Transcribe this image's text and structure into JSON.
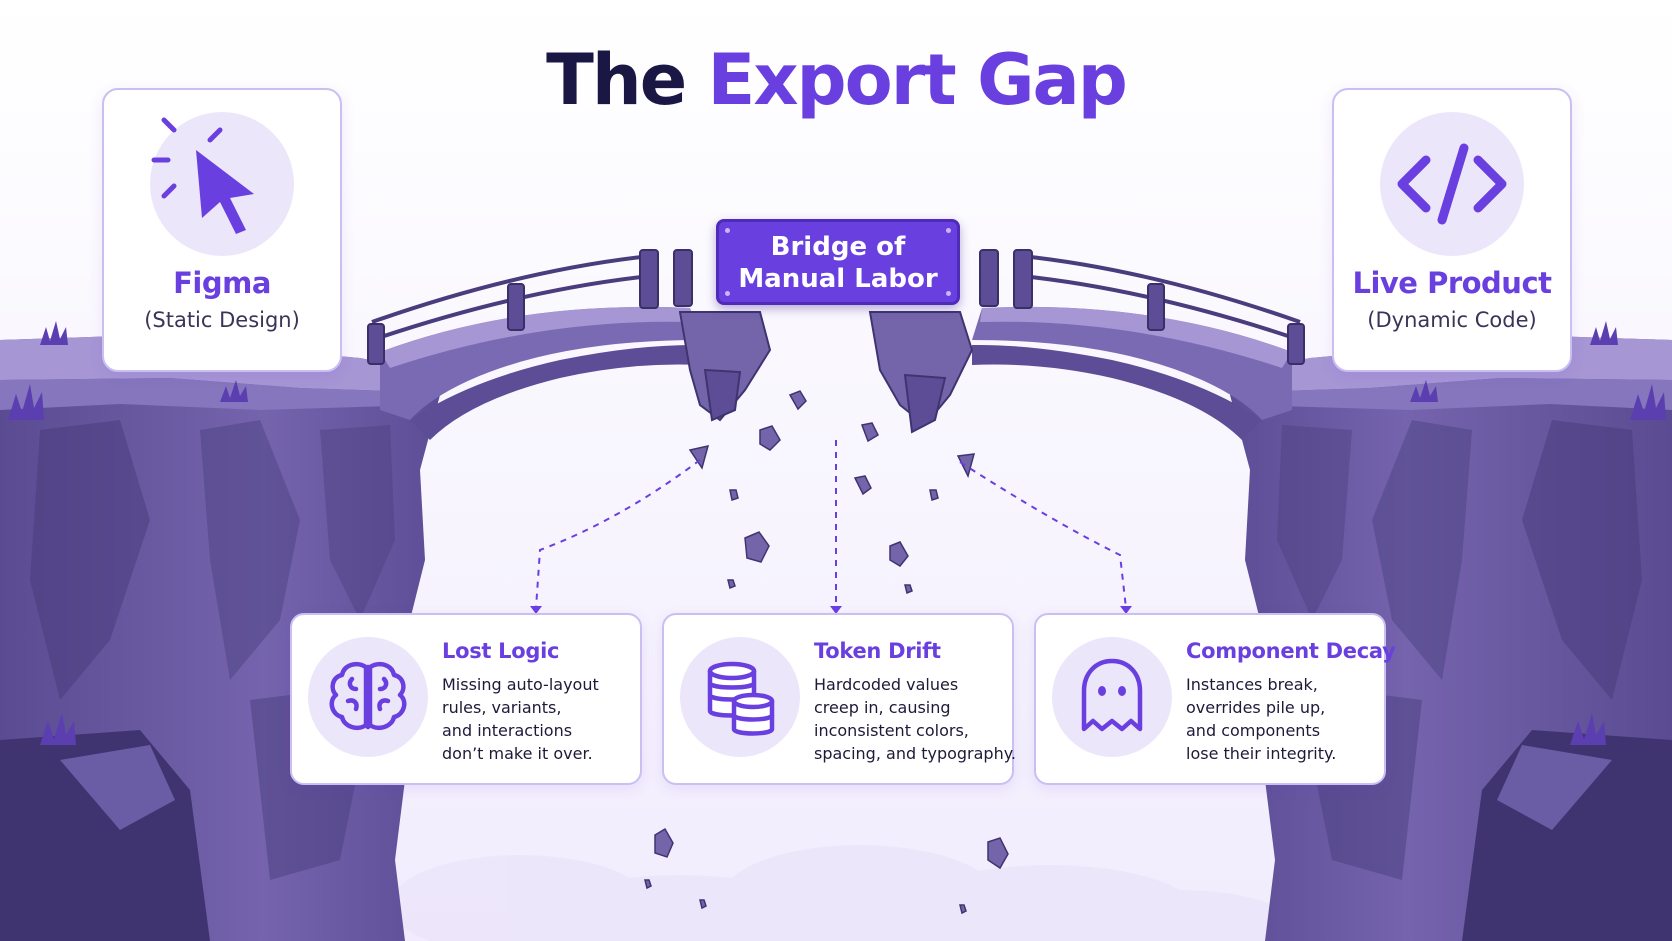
{
  "title": {
    "part1": "The",
    "part2": "Export Gap"
  },
  "left_card": {
    "name": "Figma",
    "subtitle": "(Static Design)",
    "icon": "cursor-click-icon"
  },
  "right_card": {
    "name": "Live Product",
    "subtitle": "(Dynamic Code)",
    "icon": "code-brackets-icon"
  },
  "bridge_sign": {
    "line1": "Bridge of",
    "line2": "Manual Labor"
  },
  "issues": [
    {
      "icon": "brain-icon",
      "title": "Lost Logic",
      "lines": [
        "Missing auto-layout",
        "rules, variants,",
        "and interactions",
        "don’t make it over."
      ]
    },
    {
      "icon": "coin-stack-icon",
      "title": "Token Drift",
      "lines": [
        "Hardcoded values",
        "creep in, causing",
        "inconsistent colors,",
        "spacing, and typography."
      ]
    },
    {
      "icon": "ghost-icon",
      "title": "Component Decay",
      "lines": [
        "Instances break,",
        "overrides pile up,",
        "and components",
        "lose their integrity."
      ]
    }
  ],
  "colors": {
    "accent": "#6a3fe0",
    "dark": "#1a1744",
    "cliff": "#6e5fa3",
    "cliff_dark": "#4a3d7e",
    "card_border": "#cbbff2"
  }
}
